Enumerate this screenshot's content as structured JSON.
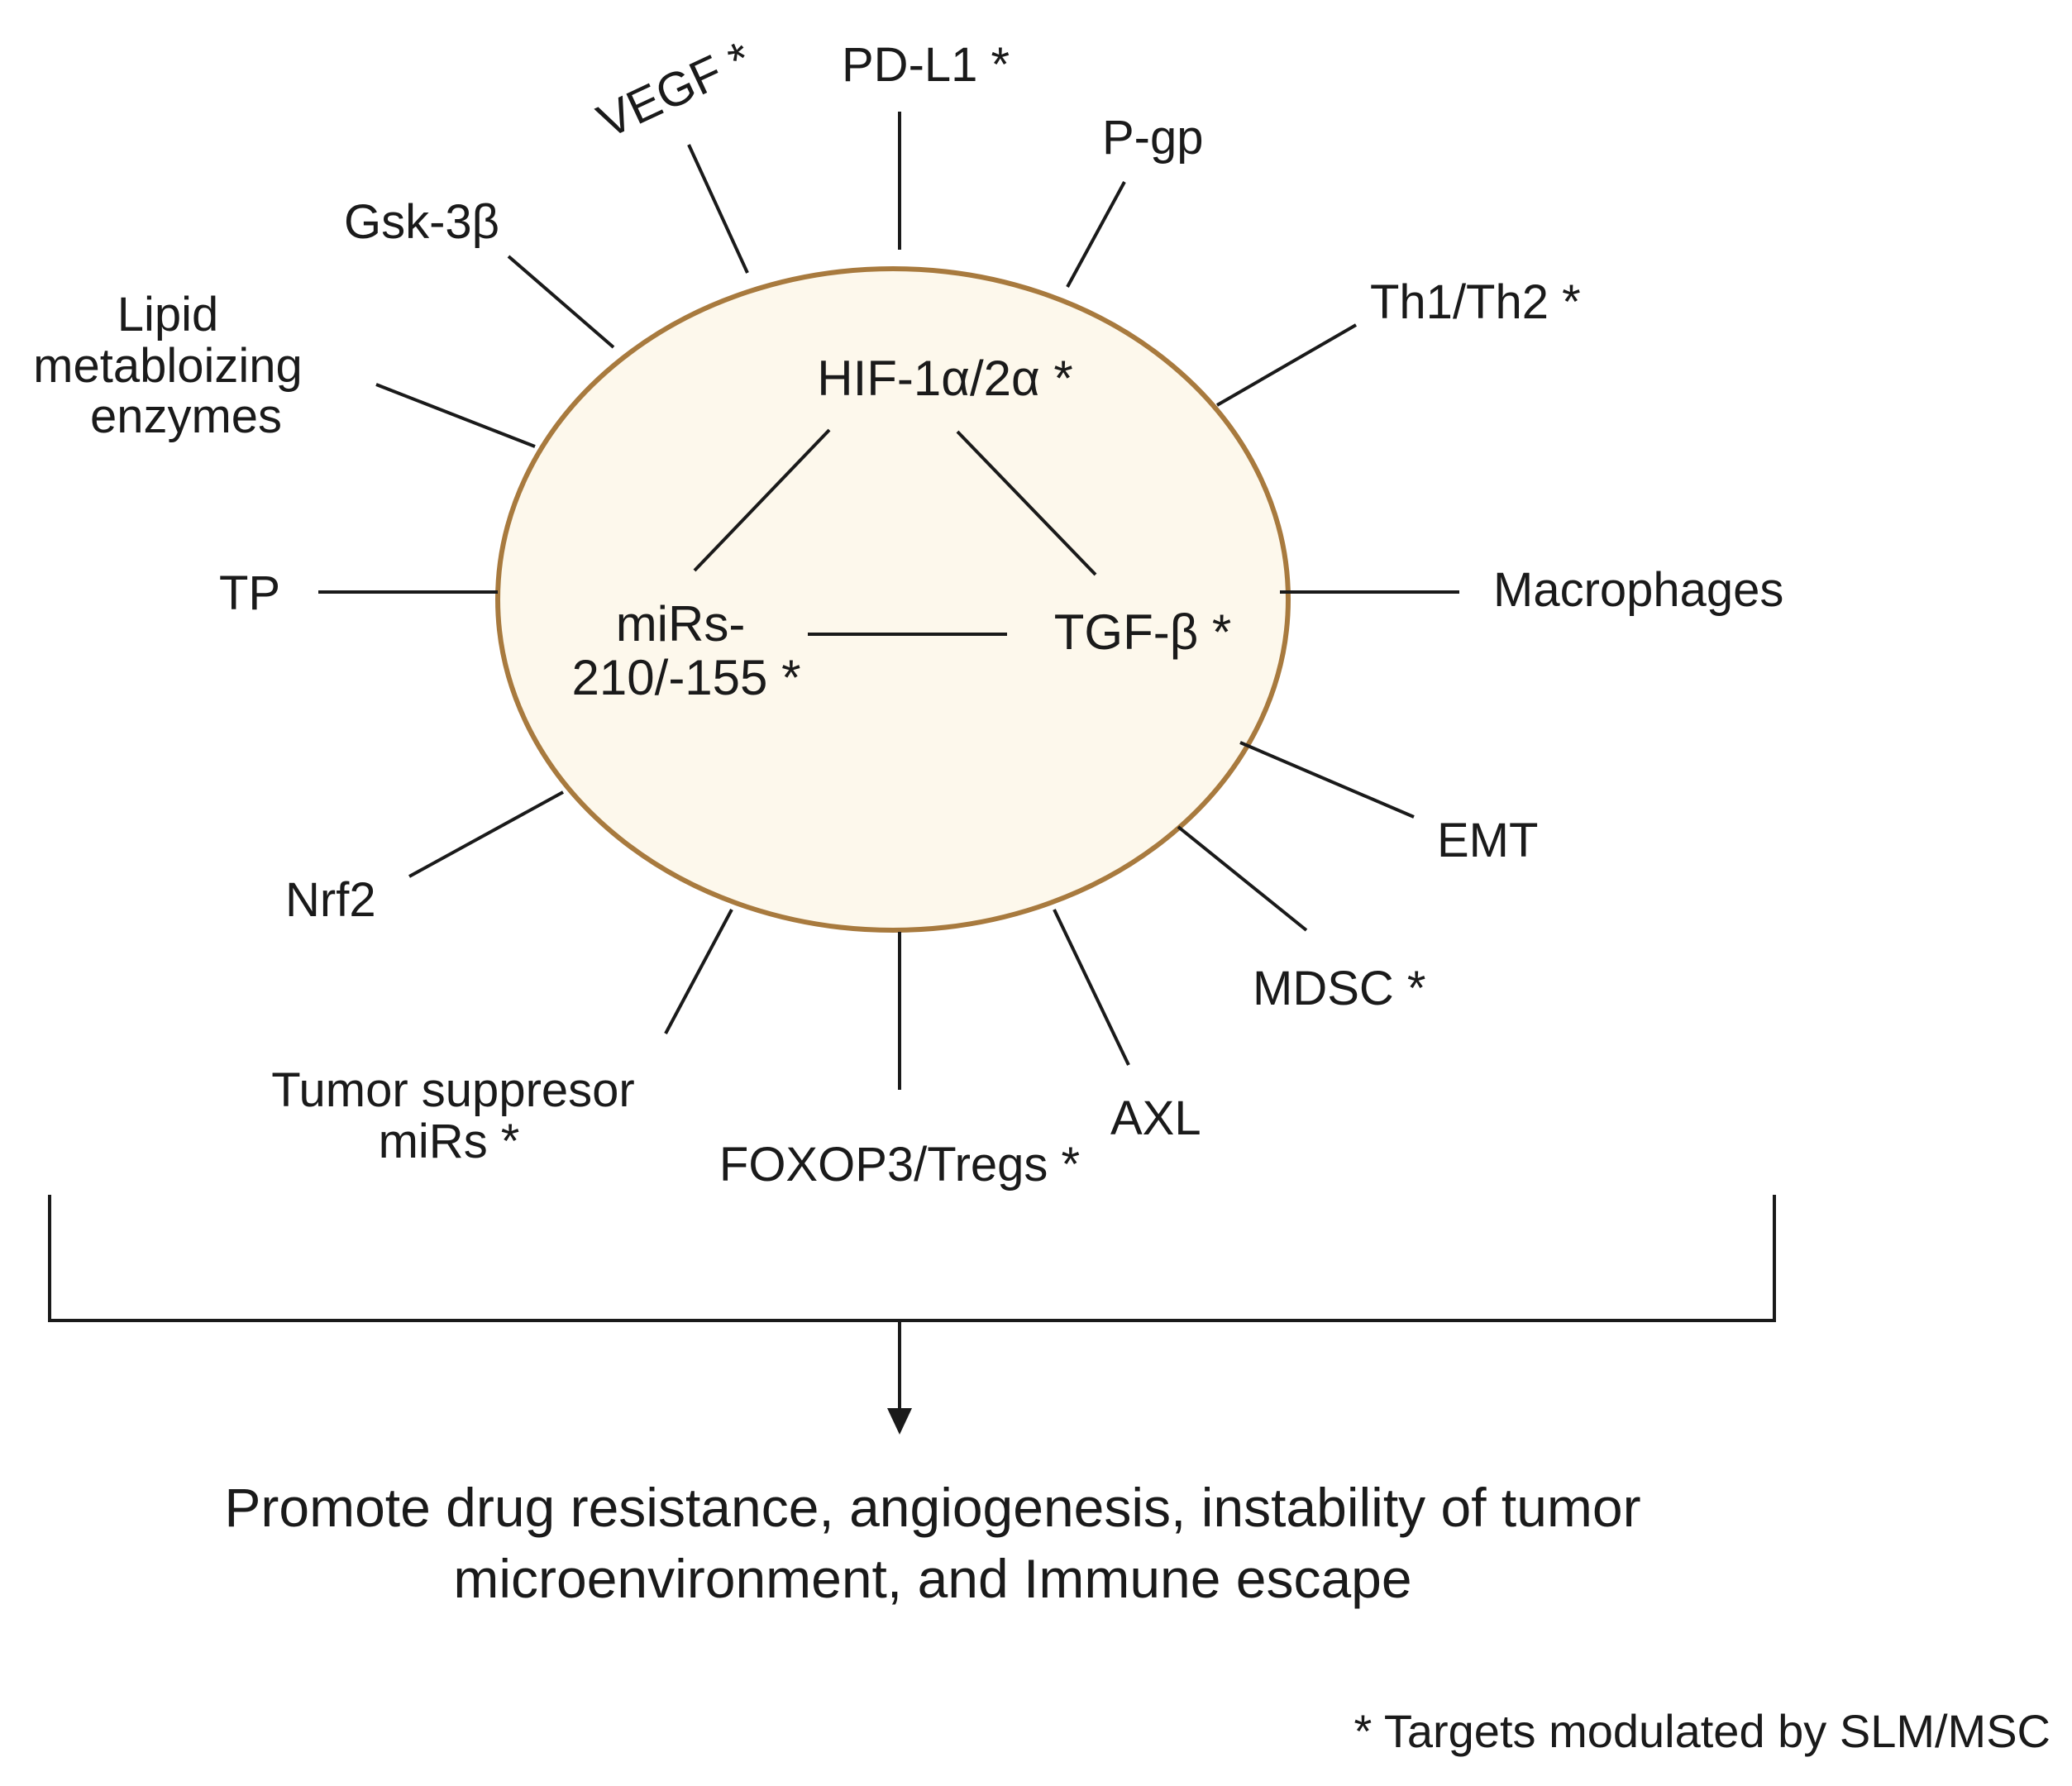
{
  "colors": {
    "circle_fill": "#fdf8ec",
    "circle_stroke": "#a87a3e",
    "line": "#1a1a1a",
    "text": "#1a1a1a"
  },
  "core": {
    "hif": "HIF-1α/2α *",
    "tgf": "TGF-β *",
    "mirs_line1": "miRs-",
    "mirs_line2": "210/-155 *"
  },
  "spokes": {
    "vegf": "VEGF *",
    "pdl1": "PD-L1 *",
    "pgp": "P-gp",
    "gsk": "Gsk-3β",
    "th1th2": "Th1/Th2 *",
    "lipid_line1": "Lipid",
    "lipid_line2": "metabloizing",
    "lipid_line3": "enzymes",
    "tp": "TP",
    "macrophages": "Macrophages",
    "emt": "EMT",
    "nrf2": "Nrf2",
    "mdsc": "MDSC *",
    "tumor_line1": "Tumor suppresor",
    "tumor_line2": "miRs *",
    "foxop3": "FOXOP3/Tregs *",
    "axl": "AXL"
  },
  "outcome": {
    "line1": "Promote drug resistance, angiogenesis, instability of tumor",
    "line2": "microenvironment, and Immune escape"
  },
  "footnote": "* Targets modulated by SLM/MSC"
}
